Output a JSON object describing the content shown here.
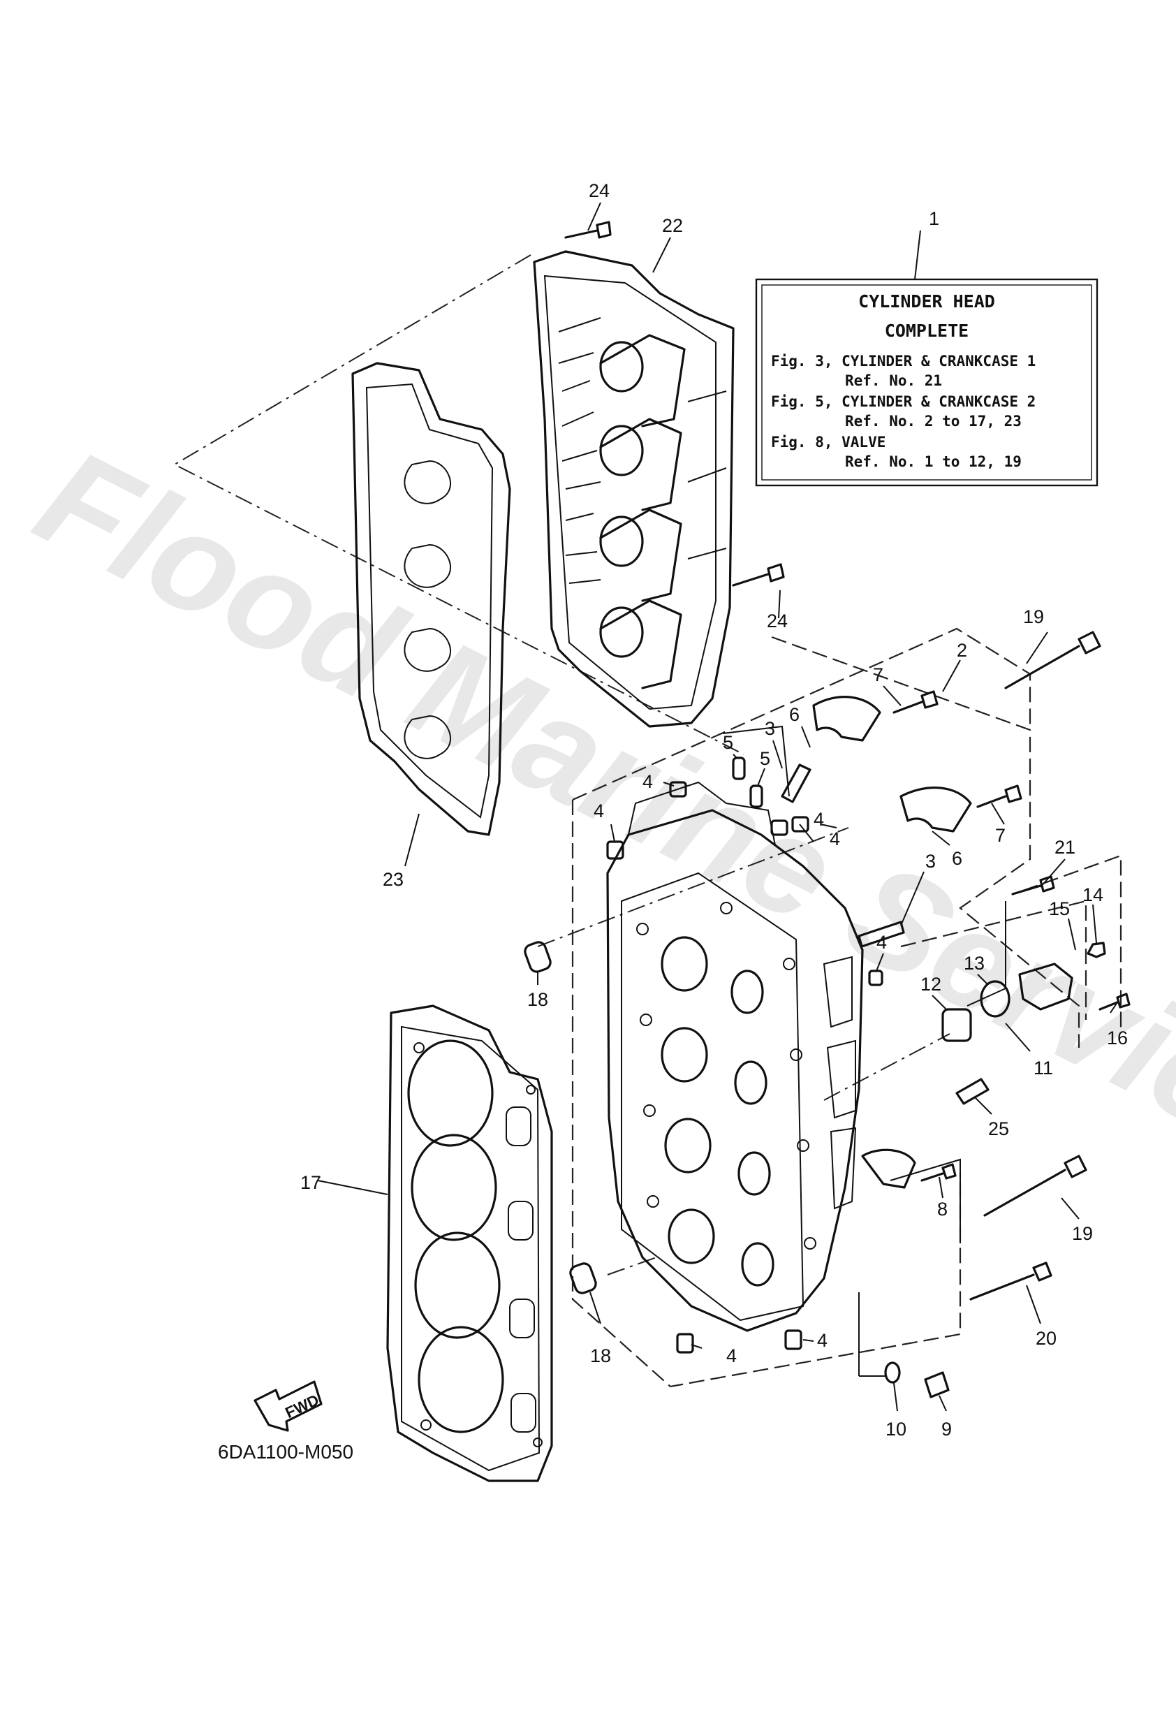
{
  "watermark": "Flood Marine Services",
  "note_box": {
    "ref": "1",
    "title": "CYLINDER HEAD",
    "subtitle": "COMPLETE",
    "lines": [
      "Fig. 3, CYLINDER & CRANKCASE 1",
      "Ref. No. 21",
      "Fig. 5, CYLINDER & CRANKCASE 2",
      "Ref. No. 2 to 17, 23",
      "Fig. 8, VALVE",
      "Ref. No. 1 to 12, 19"
    ]
  },
  "fwd_label": "FWD",
  "diagram_code": "6DA1100-M050",
  "callouts": [
    {
      "id": "c24a",
      "label": "24"
    },
    {
      "id": "c22",
      "label": "22"
    },
    {
      "id": "c24b",
      "label": "24"
    },
    {
      "id": "c19a",
      "label": "19"
    },
    {
      "id": "c2",
      "label": "2"
    },
    {
      "id": "c7a",
      "label": "7"
    },
    {
      "id": "c6a",
      "label": "6"
    },
    {
      "id": "c3a",
      "label": "3"
    },
    {
      "id": "c5a",
      "label": "5"
    },
    {
      "id": "c5b",
      "label": "5"
    },
    {
      "id": "c4a",
      "label": "4"
    },
    {
      "id": "c4b",
      "label": "4"
    },
    {
      "id": "c4c",
      "label": "4"
    },
    {
      "id": "c4d",
      "label": "4"
    },
    {
      "id": "c7b",
      "label": "7"
    },
    {
      "id": "c6b",
      "label": "6"
    },
    {
      "id": "c21",
      "label": "21"
    },
    {
      "id": "c3b",
      "label": "3"
    },
    {
      "id": "c14",
      "label": "14"
    },
    {
      "id": "c15",
      "label": "15"
    },
    {
      "id": "c4e",
      "label": "4"
    },
    {
      "id": "c13",
      "label": "13"
    },
    {
      "id": "c12",
      "label": "12"
    },
    {
      "id": "c16",
      "label": "16"
    },
    {
      "id": "c11",
      "label": "11"
    },
    {
      "id": "c25",
      "label": "25"
    },
    {
      "id": "c23",
      "label": "23"
    },
    {
      "id": "c18a",
      "label": "18"
    },
    {
      "id": "c17",
      "label": "17"
    },
    {
      "id": "c8",
      "label": "8"
    },
    {
      "id": "c19b",
      "label": "19"
    },
    {
      "id": "c20",
      "label": "20"
    },
    {
      "id": "c4f",
      "label": "4"
    },
    {
      "id": "c4g",
      "label": "4"
    },
    {
      "id": "c18b",
      "label": "18"
    },
    {
      "id": "c10",
      "label": "10"
    },
    {
      "id": "c9",
      "label": "9"
    }
  ]
}
